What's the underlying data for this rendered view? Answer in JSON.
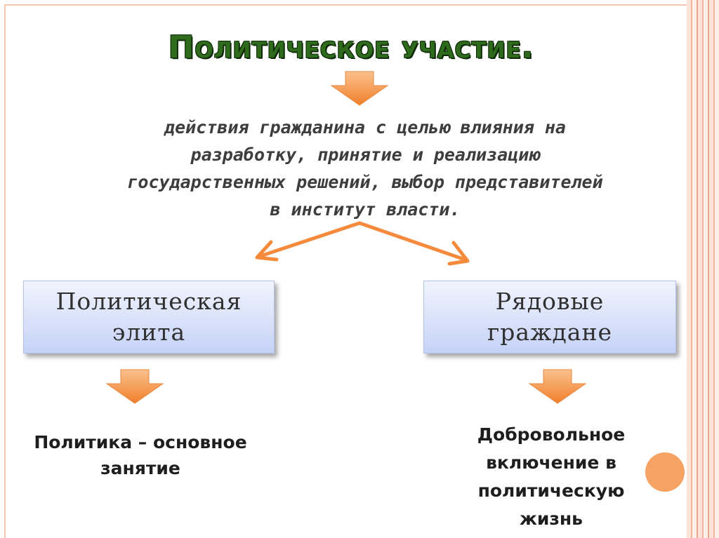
{
  "title": "Политическое участие.",
  "definition": {
    "line1": "действия гражданина с целью влияния на",
    "line2": "разработку, принятие и реализацию",
    "line3": "государственных решений, выбор представителей",
    "line4": "в институт власти."
  },
  "branches": {
    "left": {
      "box_line1": "Политическая",
      "box_line2": "элита",
      "result_line1": "Политика – основное",
      "result_line2": "занятие"
    },
    "right": {
      "box_line1": "Рядовые",
      "box_line2": "граждане",
      "result_line1": "Добровольное",
      "result_line2": "включение в",
      "result_line3": "политическую",
      "result_line4": "жизнь"
    }
  },
  "colors": {
    "title": "#2f6b1d",
    "arrow": "#f79646",
    "box_top": "#f1f4fd",
    "box_bottom": "#c6d3f7",
    "accent_circle": "#f5a263"
  },
  "icons": {
    "down_arrow": "down-arrow-icon",
    "branch_arrow": "double-branch-arrow-icon"
  }
}
